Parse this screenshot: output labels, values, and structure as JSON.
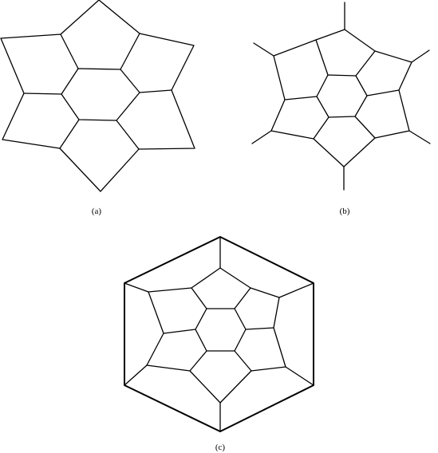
{
  "figure": {
    "captions": {
      "a": "(a)",
      "b": "(b)",
      "c": "(c)"
    },
    "colors": {
      "line": "#000000",
      "background": "#ffffff"
    }
  }
}
